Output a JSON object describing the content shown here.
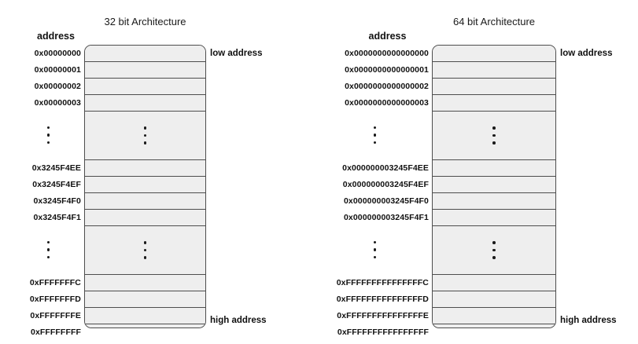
{
  "diagrams": [
    {
      "id": "32bit",
      "title": "32 bit Architecture",
      "address_header": "address",
      "low_label": "low address",
      "high_label": "high address",
      "rows": [
        {
          "kind": "cell",
          "address": "0x00000000"
        },
        {
          "kind": "cell",
          "address": "0x00000001"
        },
        {
          "kind": "cell",
          "address": "0x00000002"
        },
        {
          "kind": "cell",
          "address": "0x00000003"
        },
        {
          "kind": "ellipsis",
          "address": ""
        },
        {
          "kind": "cell",
          "address": "0x3245F4EE"
        },
        {
          "kind": "cell",
          "address": "0x3245F4EF"
        },
        {
          "kind": "cell",
          "address": "0x3245F4F0"
        },
        {
          "kind": "cell",
          "address": "0x3245F4F1"
        },
        {
          "kind": "ellipsis",
          "address": ""
        },
        {
          "kind": "cell",
          "address": "0xFFFFFFFC"
        },
        {
          "kind": "cell",
          "address": "0xFFFFFFFD"
        },
        {
          "kind": "cell",
          "address": "0xFFFFFFFE"
        },
        {
          "kind": "cell",
          "address": "0xFFFFFFFF"
        }
      ]
    },
    {
      "id": "64bit",
      "title": "64 bit Architecture",
      "address_header": "address",
      "low_label": "low address",
      "high_label": "high address",
      "rows": [
        {
          "kind": "cell",
          "address": "0x0000000000000000"
        },
        {
          "kind": "cell",
          "address": "0x0000000000000001"
        },
        {
          "kind": "cell",
          "address": "0x0000000000000002"
        },
        {
          "kind": "cell",
          "address": "0x0000000000000003"
        },
        {
          "kind": "ellipsis",
          "address": ""
        },
        {
          "kind": "cell",
          "address": "0x000000003245F4EE"
        },
        {
          "kind": "cell",
          "address": "0x000000003245F4EF"
        },
        {
          "kind": "cell",
          "address": "0x000000003245F4F0"
        },
        {
          "kind": "cell",
          "address": "0x000000003245F4F1"
        },
        {
          "kind": "ellipsis",
          "address": ""
        },
        {
          "kind": "cell",
          "address": "0xFFFFFFFFFFFFFFFC"
        },
        {
          "kind": "cell",
          "address": "0xFFFFFFFFFFFFFFFD"
        },
        {
          "kind": "cell",
          "address": "0xFFFFFFFFFFFFFFFE"
        },
        {
          "kind": "cell",
          "address": "0xFFFFFFFFFFFFFFFF"
        }
      ]
    }
  ],
  "colors": {
    "cell_fill": "#eeeeee",
    "cell_border": "#4d4d4d",
    "text": "#111111",
    "page_background": "#ffffff"
  }
}
